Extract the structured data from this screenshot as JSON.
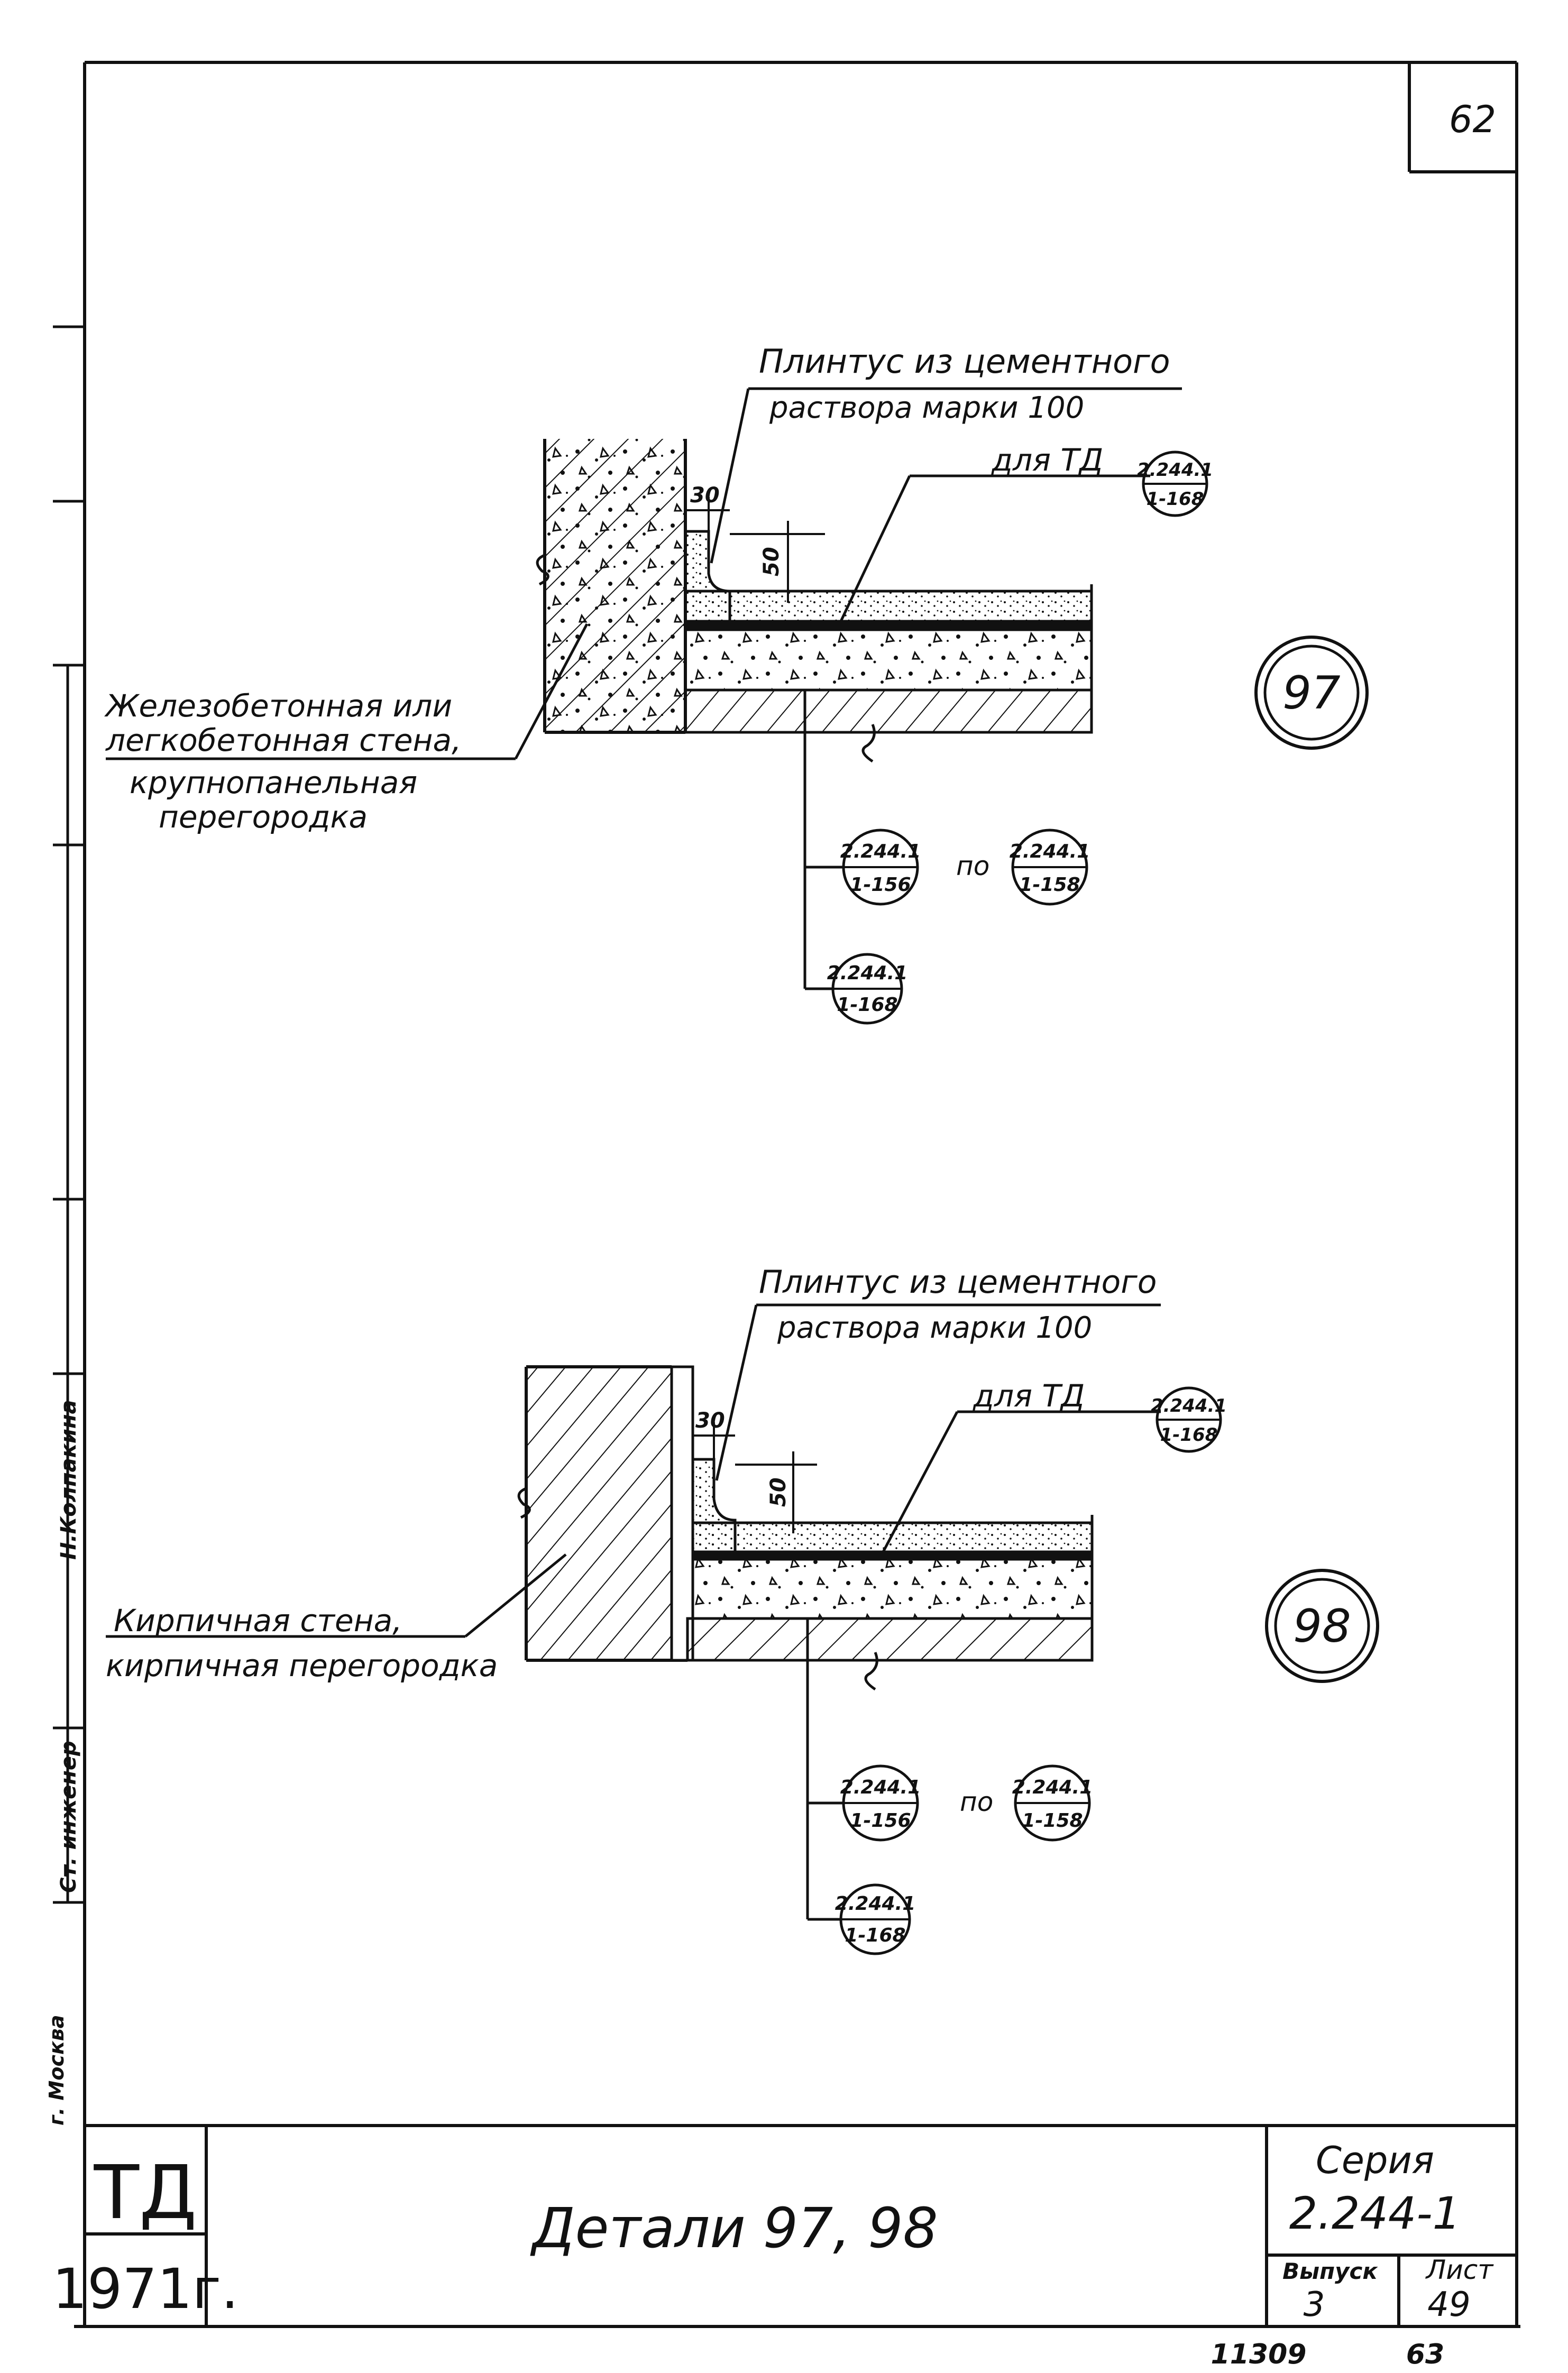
{
  "sheet": {
    "corner_number": "62",
    "footer_left": "11309",
    "footer_right": "63"
  },
  "margin": {
    "labels": [
      "Н.Колпакина",
      "Ст. инженер",
      "г. Москва"
    ]
  },
  "detail97": {
    "plinth_line1": "Плинтус из цементного",
    "plinth_line2": "раствора марки 100",
    "for_td": "для ТД",
    "wall_line1": "Железобетонная или",
    "wall_line2": "легкобетонная стена,",
    "wall_line3": "крупнопанельная",
    "wall_line4": "перегородка",
    "dim_30": "30",
    "dim_50": "50",
    "word_po": "по",
    "number": "97",
    "refs": {
      "td": {
        "top": "2.244.1",
        "bottom": "1-168"
      },
      "a": {
        "top": "2.244.1",
        "bottom": "1-156"
      },
      "b": {
        "top": "2.244.1",
        "bottom": "1-158"
      },
      "c": {
        "top": "2.244.1",
        "bottom": "1-168"
      }
    }
  },
  "detail98": {
    "plinth_line1": "Плинтус из цементного",
    "plinth_line2": "раствора марки 100",
    "for_td": "для ТД",
    "wall_line1": "Кирпичная стена,",
    "wall_line2": "кирпичная перегородка",
    "dim_30": "30",
    "dim_50": "50",
    "word_po": "по",
    "number": "98",
    "refs": {
      "td": {
        "top": "2.244.1",
        "bottom": "1-168"
      },
      "a": {
        "top": "2.244.1",
        "bottom": "1-156"
      },
      "b": {
        "top": "2.244.1",
        "bottom": "1-158"
      },
      "c": {
        "top": "2.244.1",
        "bottom": "1-168"
      }
    }
  },
  "title_block": {
    "org": "ТД",
    "year": "1971г.",
    "title": "Детали 97, 98",
    "series_label": "Серия",
    "series_value": "2.244-1",
    "issue_label": "Выпуск",
    "issue_value": "3",
    "sheet_label": "Лист",
    "sheet_value": "49"
  }
}
